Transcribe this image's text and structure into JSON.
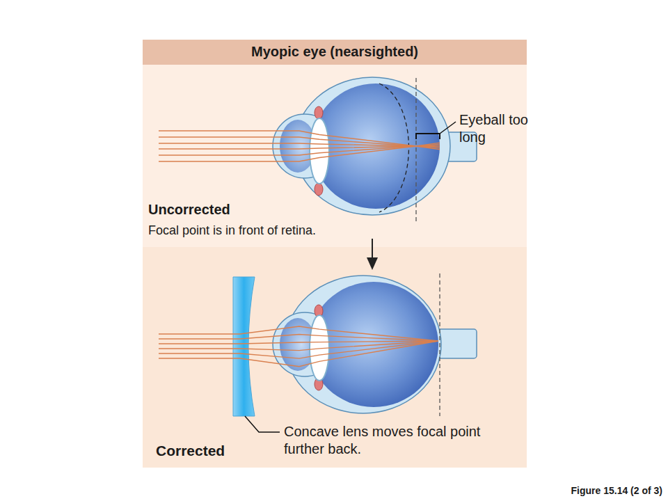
{
  "diagram": {
    "title": "Myopic eye (nearsighted)",
    "caption": "Figure 15.14 (2 of 3)",
    "labels": [
      "Eyeball too long",
      "Uncorrected",
      "Focal point is in front of retina.",
      "Corrected",
      "Concave lens moves focal point further back."
    ]
  }
}
